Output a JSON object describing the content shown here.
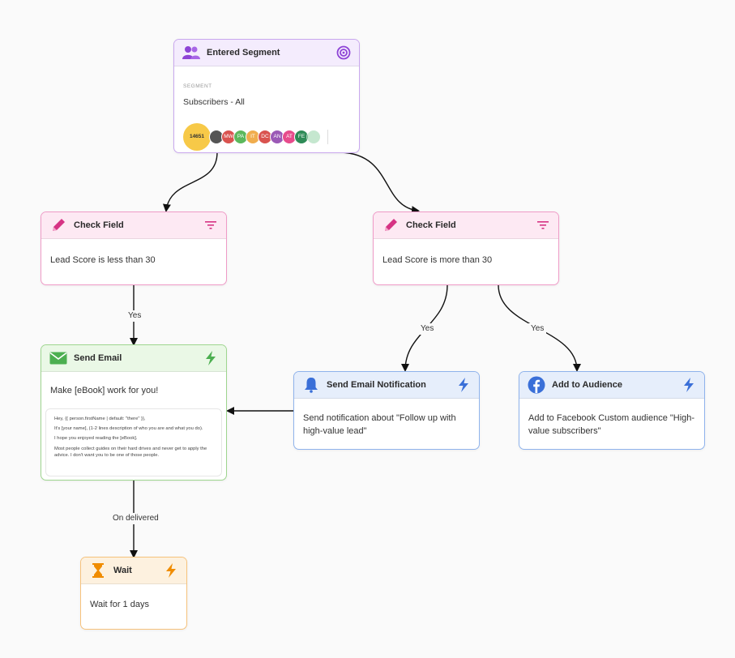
{
  "colors": {
    "purple": "#8e44d6",
    "pink": "#d63384",
    "green": "#4caf50",
    "blue": "#3a6fd8",
    "orange": "#f08c00",
    "yellow_bubble": "#f7c948"
  },
  "nodes": {
    "segment": {
      "title": "Entered Segment",
      "icon": "users-icon",
      "trail_icon": "target-icon",
      "label": "SEGMENT",
      "value": "Subscribers - All",
      "count": "14651",
      "avatars": [
        {
          "initials": "",
          "color": "#555555"
        },
        {
          "initials": "MW",
          "color": "#d9534f"
        },
        {
          "initials": "PA",
          "color": "#5cb85c"
        },
        {
          "initials": "IT",
          "color": "#f0ad4e"
        },
        {
          "initials": "DC",
          "color": "#d9534f"
        },
        {
          "initials": "AN",
          "color": "#9b59b6"
        },
        {
          "initials": "AT",
          "color": "#e74c8c"
        },
        {
          "initials": "FE",
          "color": "#2e8b57"
        },
        {
          "initials": "",
          "color": "#9fd8b0"
        }
      ]
    },
    "check_left": {
      "title": "Check Field",
      "icon": "pencil-icon",
      "trail_icon": "filter-icon",
      "body": "Lead Score is less than 30"
    },
    "check_right": {
      "title": "Check Field",
      "icon": "pencil-icon",
      "trail_icon": "filter-icon",
      "body": "Lead Score is more than 30"
    },
    "send_email": {
      "title": "Send Email",
      "icon": "envelope-icon",
      "trail_icon": "bolt-icon",
      "subject": "Make [eBook] work for you!",
      "preview_lines": [
        "Hey, {{ person.firstName | default: \"there\" }},",
        "It's [your name], (1-2 lines description of who you are and what you do).",
        "I hope you enjoyed reading the [eBook].",
        "Most people collect guides on their hard drives and never get to apply the advice. I don't want you to be one of those people."
      ]
    },
    "notification": {
      "title": "Send Email Notification",
      "icon": "bell-icon",
      "trail_icon": "bolt-icon",
      "body": "Send notification about \"Follow up with high-value lead\""
    },
    "audience": {
      "title": "Add to Audience",
      "icon": "facebook-icon",
      "trail_icon": "bolt-icon",
      "body": "Add to Facebook Custom audience \"High-value subscribers\""
    },
    "wait": {
      "title": "Wait",
      "icon": "hourglass-icon",
      "trail_icon": "bolt-icon",
      "body": "Wait for 1 days"
    }
  },
  "edges": {
    "yes_left": "Yes",
    "yes_notification": "Yes",
    "yes_audience": "Yes",
    "on_delivered": "On delivered"
  }
}
